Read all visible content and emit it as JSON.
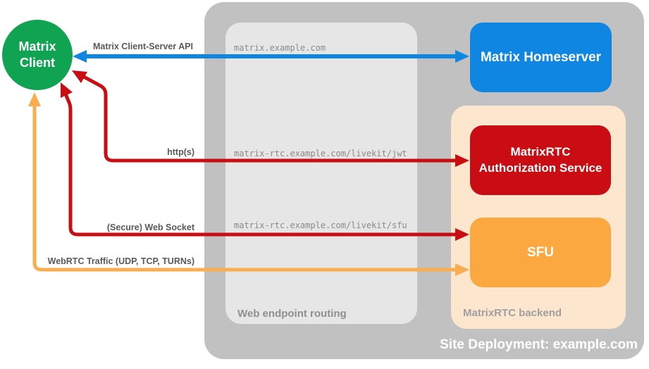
{
  "client": {
    "line1": "Matrix",
    "line2": "Client"
  },
  "homeserver": {
    "label": "Matrix Homeserver"
  },
  "auth_service": {
    "label": "MatrixRTC Authorization Service"
  },
  "sfu": {
    "label": "SFU"
  },
  "routing": {
    "label": "Web endpoint routing",
    "endpoints": [
      "matrix.example.com",
      "matrix-rtc.example.com/livekit/jwt",
      "matrix-rtc.example.com/livekit/sfu"
    ]
  },
  "backend": {
    "label": "MatrixRTC backend"
  },
  "site": {
    "footer": "Site Deployment: example.com"
  },
  "arrows": {
    "client_server_api": {
      "label": "Matrix Client-Server API",
      "color": "#0E86E2",
      "endpoints": [
        "Matrix Client",
        "Matrix Homeserver"
      ]
    },
    "https": {
      "label": "http(s)",
      "color": "#C80E12",
      "endpoints": [
        "Matrix Client",
        "MatrixRTC Authorization Service"
      ]
    },
    "websocket": {
      "label": "(Secure) Web Socket",
      "color": "#C80E12",
      "endpoints": [
        "Matrix Client",
        "SFU"
      ]
    },
    "webrtc": {
      "label": "WebRTC Traffic (UDP, TCP, TURNs)",
      "color": "#F9AD4E",
      "endpoints": [
        "Matrix Client",
        "SFU"
      ]
    }
  },
  "colors": {
    "client_green": "#10A452",
    "homeserver_blue": "#0E86E2",
    "auth_red": "#C90D12",
    "sfu_orange": "#FAA83F",
    "webrtc_arrow_orange": "#F9AD4E",
    "backend_peach": "#FCE6CE",
    "outer_gray": "#C1C1C1",
    "routing_gray": "#E6E6E6",
    "zone_label_gray": "#8F8F8F",
    "arrow_label_gray": "#595959",
    "endpoint_text_gray": "#8A8A8A"
  }
}
